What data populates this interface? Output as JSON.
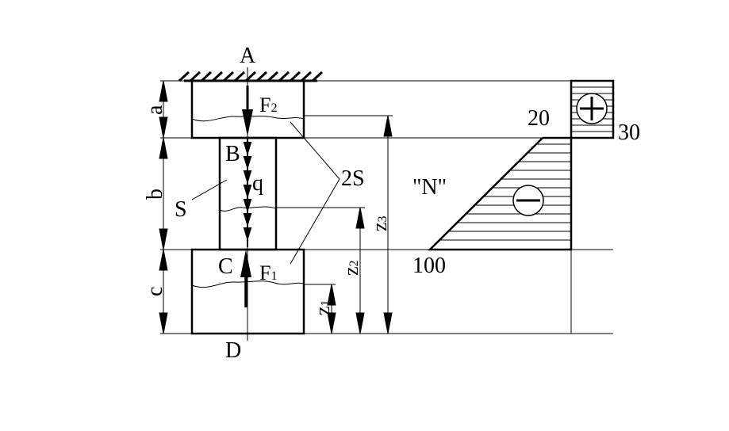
{
  "labels": {
    "A": "A",
    "B": "B",
    "C": "C",
    "D": "D",
    "q": "q",
    "S": "S",
    "S2": "2S",
    "F": "F",
    "F2_sub": "2",
    "F1_sub": "1",
    "N": "\"N\"",
    "dim_a": "a",
    "dim_b": "b",
    "dim_c": "c",
    "z": "z",
    "z1_sub": "1",
    "z2_sub": "2",
    "z3_sub": "3"
  },
  "diagram_values": {
    "top": "20",
    "top_right": "30",
    "bottom": "100"
  },
  "signs": {
    "positive": "plus-sign-icon",
    "negative": "minus-sign-icon"
  }
}
